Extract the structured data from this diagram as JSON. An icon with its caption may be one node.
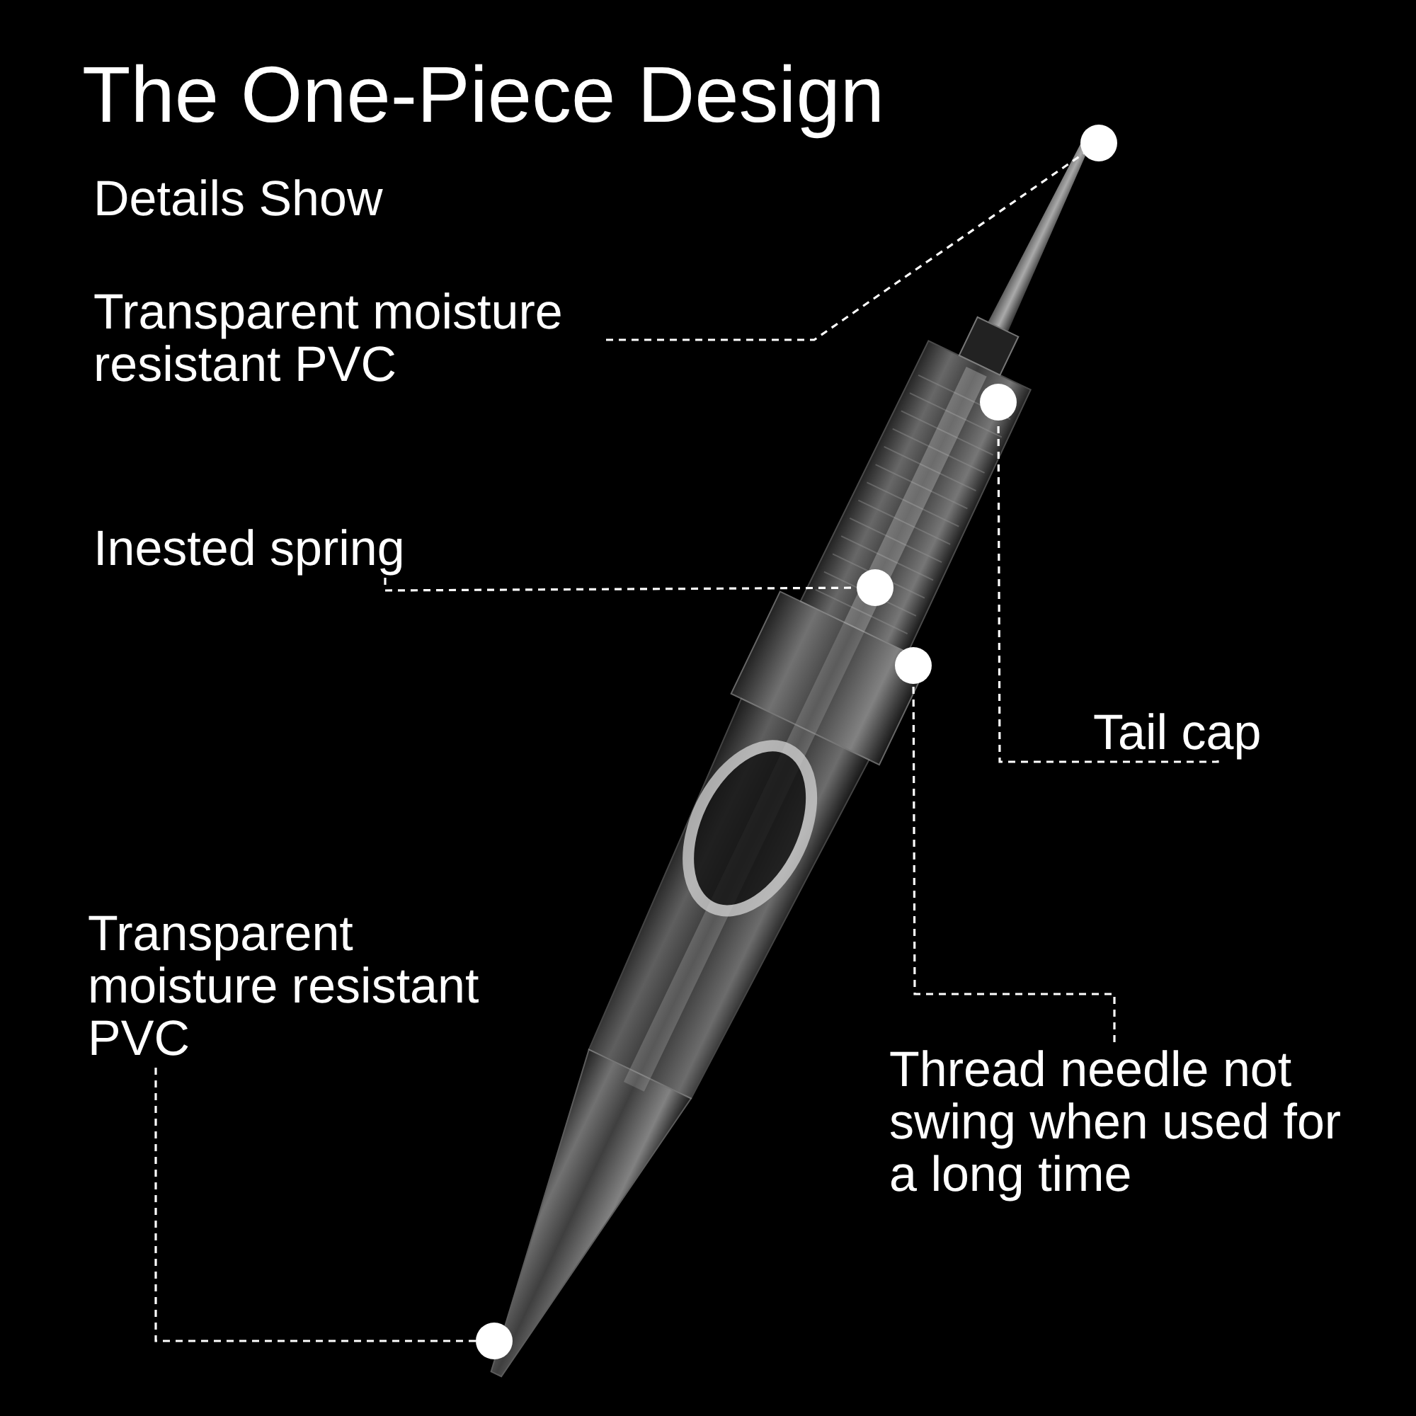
{
  "diagram": {
    "title": "The One-Piece Design",
    "nodes": [
      {
        "text": [
          "Transparent moisture resistant PVC"
        ]
      },
      {
        "text": [],
        "shape": "circle"
      },
      {
        "text": [],
        "shape": "circle"
      },
      {
        "text": [
          "Inested spring"
        ]
      },
      {
        "text": [],
        "shape": "circle"
      },
      {
        "text": [],
        "shape": "circle"
      },
      {
        "text": [
          "Tail cap"
        ]
      },
      {
        "text": [
          "Transparent moisture resistant PVC"
        ]
      },
      {
        "text": [
          "Thread needle not swing when used for a long time"
        ]
      },
      {
        "text": [],
        "shape": "circle"
      }
    ],
    "edges": [
      {
        "from": 0,
        "to": 1,
        "arrow": "none",
        "style": "dashed"
      },
      {
        "from": 3,
        "to": 4,
        "arrow": "none",
        "style": "dashed"
      },
      {
        "from": 6,
        "to": 2,
        "arrow": "none",
        "style": "dashed"
      },
      {
        "from": 8,
        "to": 5,
        "arrow": "none",
        "style": "dashed"
      },
      {
        "from": 7,
        "to": 9,
        "arrow": "none",
        "style": "dashed"
      }
    ],
    "labels": [
      "Details Show"
    ]
  }
}
